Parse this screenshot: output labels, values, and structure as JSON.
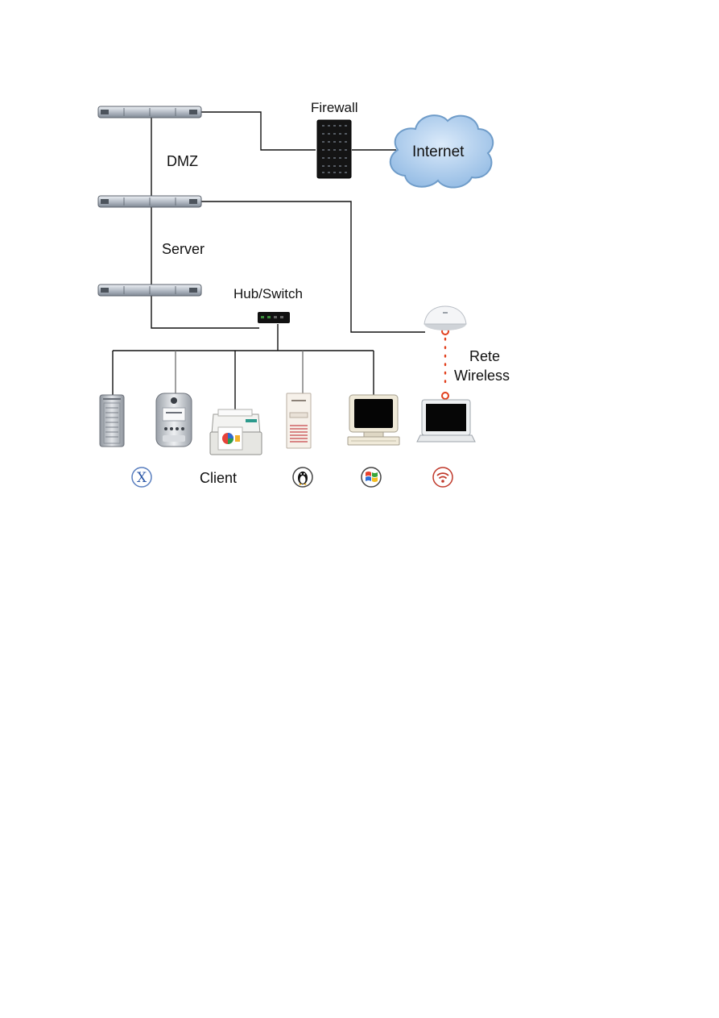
{
  "labels": {
    "firewall": "Firewall",
    "internet": "Internet",
    "dmz": "DMZ",
    "server": "Server",
    "hub_switch": "Hub/Switch",
    "wireless_line1": "Rete",
    "wireless_line2": "Wireless",
    "client": "Client"
  },
  "icons": {
    "rack_servers": [
      "rack-server-icon",
      "rack-server-icon",
      "rack-server-icon"
    ],
    "firewall": "firewall-appliance-icon",
    "internet": "cloud-icon",
    "hub": "network-switch-icon",
    "access_point": "wireless-access-point-icon",
    "clients": [
      "mac-pro-tower-icon",
      "power-mac-g4-cube-icon",
      "printer-icon",
      "pc-tower-icon",
      "crt-monitor-icon",
      "laptop-icon"
    ],
    "os_badges": [
      "mac-os-x-icon",
      "linux-tux-icon",
      "windows-flag-icon",
      "wifi-signal-icon"
    ]
  },
  "colors": {
    "cloud_fill": "#a9cbec",
    "cloud_stroke": "#6f9cc9",
    "wireless_link": "#e2401d",
    "cable": "#111111"
  }
}
